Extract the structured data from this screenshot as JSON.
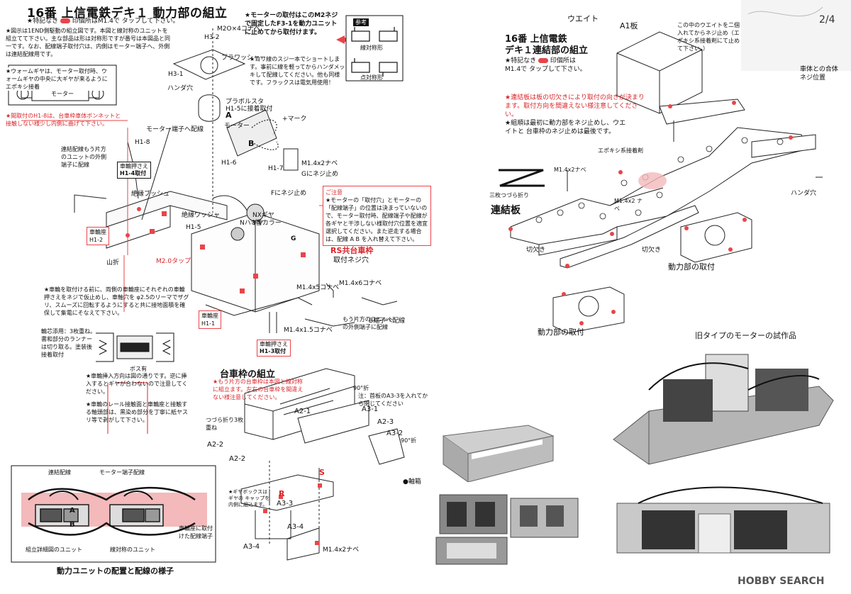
{
  "left": {
    "title": "16番 上信電鉄デキ１ 動力部の組立",
    "note_tap": [
      "★特記なき",
      "印個所はM1.4で タップして下さい。"
    ],
    "note_1end": "★図示は1END側駆動の組立図です。本図と線対称のユニットを組立てて下さい。主な部品は形は対称形ですが番号は本図品と同一です。なお、配線端子取付穴は、内側はモーター端子へ、外側は連結配線用です。",
    "note_worm": "★ウォームギヤは、モーター取付時、ウォームギヤの中央に大ギヤが来るようにエポキシ接着",
    "motor_label": "モーター",
    "note_h18": "★間取付のH1-8は、台車枠車体ボンネットと接触しない様少し内側に曲げて下さい。",
    "notes_red_wiring": "★モーターの取付はこのM2ネジで固定したF3-1を動力ユニットに止めてから取付けます。",
    "solder_note": "★ヨリ線のスジ一本でショートします。事前に線を軽ってからハンダメッキして配線してください。他も同様です。フラックスは電気用使用！",
    "caution_title": "ご注意",
    "caution_text": "★モーターの「取付穴」とモーターの「配線端子」の位置は決まっていないので、モーター取付時、配線端子や配線が各ギヤと干渉しない様取付穴位置を適宜選択してください。また逆走する場合は、配線 A B を入れ替えて下さい。",
    "note_axle": "★車輪を取付ける前に、両側の車輪座にそれぞれの車輪押さえをネジで仮止めし、車軸穴を φ2.5のリーマでザグリ、スムーズに回転するようにすると共に接地面積を確保して集電にそなえて下さい。",
    "note_insert": "★車輪挿入方向は図の通りです。逆に挿入するとギヤが合わないので注意してください。",
    "note_contact": "★車輪のレール接触面と車輪座と接触する軸頭部は、黒染め部分を丁寧に紙ヤスリ等で剥がして下さい。",
    "wheel_label": "輪芯添用：3枚重ね。書和部分のランナーは切り取る。塗装後接着取付",
    "boss_label": "ボス有",
    "labels": [
      "H3-2",
      "H3-1",
      "H1-5",
      "H1-8",
      "H1-6",
      "H1-7",
      "H1-2",
      "H1-1",
      "M2O×4コナベ",
      "ブラワッシャー",
      "ハンダ穴",
      "プラボルスタ",
      "H1-5に接着取付",
      "+マーク",
      "モーター",
      "A",
      "B",
      "G",
      "F",
      "Gにネジ止め",
      "Fにネジ止め",
      "M1.4x2ナベ",
      "M1.4x5コナベ",
      "M1.4x6コナベ",
      "M1.4x1.5コナベ",
      "絶縁ワッシャ",
      "絶縁ブッシュ",
      "NXギヤ",
      "Nハギヤ",
      "3番カラー",
      "RS共台車枠",
      "取付ネジ穴",
      "山折",
      "M2.0タップ",
      "モーター端子へ配線",
      "連結配線もう片方のユニットの外側端子に配線",
      "もう片方のユニットの外側端子に配線",
      "B端子へ配線"
    ],
    "tag_wheel_press_4": [
      "車輪押さえ",
      "H1-4取付"
    ],
    "tag_wheel_press_3": [
      "車輪押さえ",
      "H1-3取付"
    ],
    "tag_wheel_seat_2": [
      "車輪座",
      "H1-2"
    ],
    "tag_wheel_seat_1": [
      "車輪座",
      "H1-1"
    ],
    "line_sym": "線対称形",
    "point_sym": "点対称形",
    "ref_label": "参考"
  },
  "bottom_left": {
    "caption": "動力ユニットの配置と配線の様子",
    "label_link": "連結配線",
    "label_motor_term": "モーター端子配線",
    "label_detail": "組立詳細図のユニット",
    "label_sym": "線対称のユニット",
    "label_seat_term": "車輪座に取付けた配線端子",
    "label_A": "A",
    "label_B": "B"
  },
  "truck": {
    "title": "台車枠の組立",
    "note": "★もう片方の台車枠は本図と線対称に組立ます。左右の台車枠を間違えない様注意してください。",
    "fold_note": "つづら折り3枚重ね",
    "fold90": "90°折",
    "fold90_note": "注：首板のA3-3を入れてから閉じてください",
    "labels": [
      "A2-1",
      "A2-2",
      "A3-1",
      "A2-3",
      "A3-2",
      "A3-3",
      "A3-4",
      "M1.4x2ナベ",
      "●軸箱",
      "S",
      "R",
      "★ギヤボックスはギヤの キャップを内側に組込ます。"
    ]
  },
  "right": {
    "title_line1": "16番 上信電鉄",
    "title_line2": "デキ１連結部の組立",
    "note_tap": [
      "★特記なき",
      "印個所は M1.4で タップして下さい。"
    ],
    "note_red": "★連結板は板の切欠きにより取付の向きが決まります。取付方向を間違えない様注意してください。",
    "note_order": "★組順は最初に動力部をネジ止めし、ウエイトと 台車枠のネジ止めは最後です。",
    "weight_label": "ウエイト",
    "a1_label": "A1板",
    "weight_note": "この中のウエイトを二個入れてからネジ止め（エポキシ系接着剤にて止めて下さい。）",
    "body_screw": "車体との合体ネジ位置",
    "epoxy": "エポキシ系接着剤",
    "solder_hole": "ハンダ穴",
    "m14x2": "M1.4x2ナベ",
    "m14x2b": "M1.4x2 ナベ",
    "fold3": "三枚つづら折り",
    "link_plate": "連結板",
    "notch1": "切欠き",
    "notch2": "切欠き",
    "power_attach": "動力部の取付",
    "power_attach2": "動力部の取付",
    "old_motor": "旧タイプのモーターの試作品",
    "page_num": "2/4"
  },
  "watermark": "HOBBY SEARCH"
}
